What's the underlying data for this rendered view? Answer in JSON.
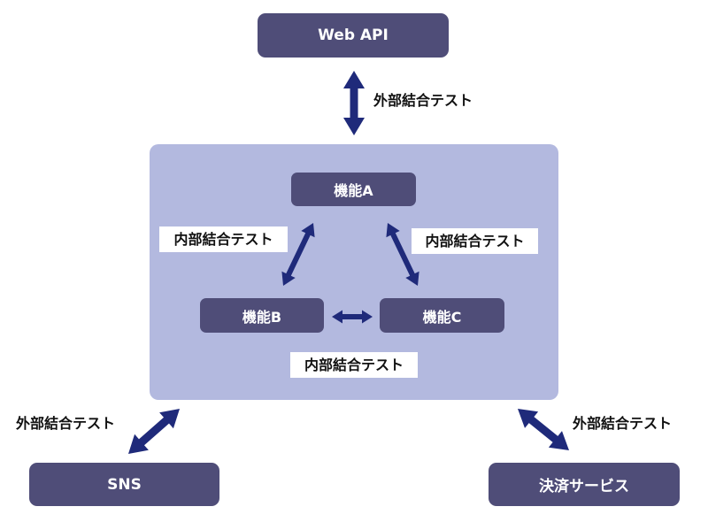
{
  "external": {
    "web_api": "Web API",
    "sns": "SNS",
    "payment": "決済サービス"
  },
  "system": {
    "features": {
      "a": "機能A",
      "b": "機能B",
      "c": "機能C"
    }
  },
  "labels": {
    "external_test_top": "外部結合テスト",
    "external_test_left": "外部結合テスト",
    "external_test_right": "外部結合テスト",
    "internal_test_ab": "内部結合テスト",
    "internal_test_ac": "内部結合テスト",
    "internal_test_bc": "内部結合テスト"
  },
  "colors": {
    "node_fill": "#4f4d78",
    "system_fill": "#b3b9df",
    "arrow": "#1f2a7a",
    "label_bg": "#ffffff"
  }
}
